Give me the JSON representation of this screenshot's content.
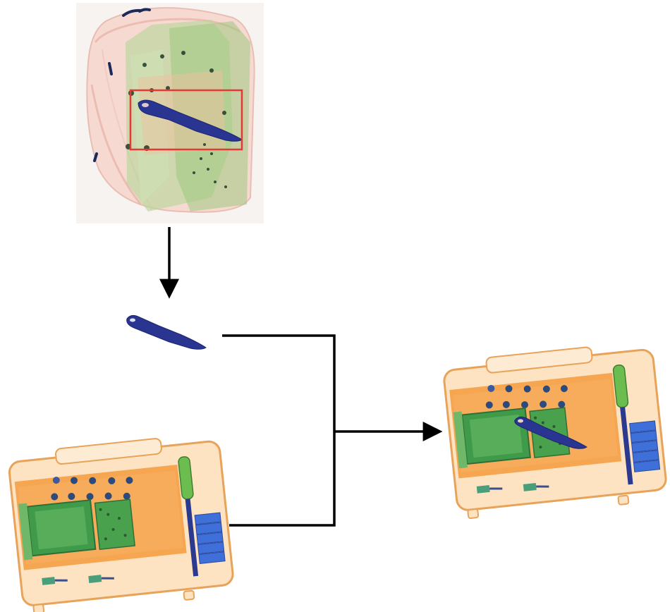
{
  "diagram": {
    "description_free": true,
    "nodes": [
      {
        "id": "source-xray-bag",
        "kind": "xray-image",
        "contains": [
          "knife",
          "handbag"
        ]
      },
      {
        "id": "extracted-knife",
        "kind": "xray-image",
        "contains": [
          "knife"
        ]
      },
      {
        "id": "background-xray-case",
        "kind": "xray-image",
        "contains": [
          "case",
          "electronics",
          "screwdriver",
          "batteries"
        ]
      },
      {
        "id": "synthesized-xray-case",
        "kind": "xray-image",
        "contains": [
          "case",
          "electronics",
          "screwdriver",
          "batteries",
          "knife"
        ]
      }
    ],
    "edges": [
      {
        "from": "source-xray-bag",
        "to": "extracted-knife"
      },
      {
        "from": "extracted-knife",
        "to": "synthesized-xray-case"
      },
      {
        "from": "background-xray-case",
        "to": "synthesized-xray-case"
      }
    ],
    "highlight_box_color": "#e53935",
    "colors": {
      "arrow": "#000000",
      "organic_orange": "#f5a24a",
      "organic_light": "#fde3c2",
      "inorganic_green": "#5aa84a",
      "metal_blue": "#2b3a8f",
      "metal_blue_light": "#3f6fd8",
      "case_outline": "#e8a35a"
    }
  }
}
